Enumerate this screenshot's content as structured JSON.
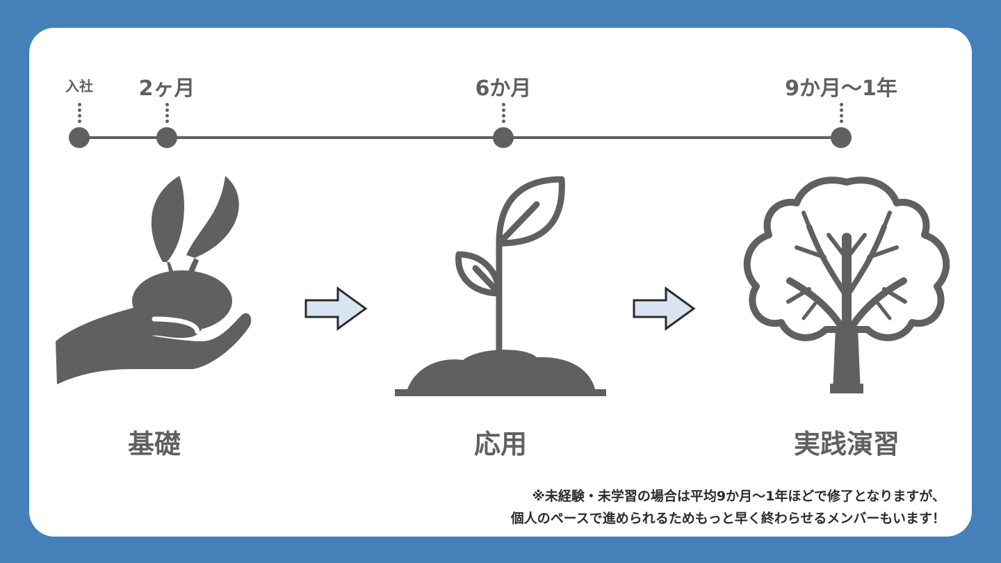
{
  "timeline": {
    "points": [
      {
        "label": "入社"
      },
      {
        "label": "2ヶ月"
      },
      {
        "label": "6か月"
      },
      {
        "label": "9か月～1年"
      }
    ]
  },
  "stages": [
    {
      "label": "基礎",
      "icon": "hand-seedling-icon"
    },
    {
      "label": "応用",
      "icon": "sprout-icon"
    },
    {
      "label": "実践演習",
      "icon": "tree-icon"
    }
  ],
  "note": {
    "line1": "※未経験・未学習の場合は平均9か月～1年ほどで修了となりますが、",
    "line2": "個人のペースで進められるためもっと早く終わらせるメンバーもいます！"
  },
  "colors": {
    "background": "#4581b8",
    "card": "#ffffff",
    "ink": "#5f6061",
    "arrow_fill": "#d9e4f1"
  }
}
